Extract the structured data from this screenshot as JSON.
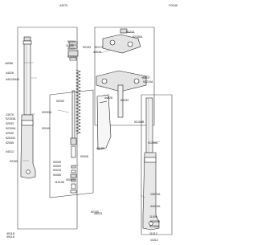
{
  "diagram_code": "F0045",
  "labels": [
    {
      "name": "label-44075",
      "text": "44075"
    },
    {
      "name": "label-92200-a",
      "text": "92200"
    },
    {
      "name": "label-11009",
      "text": "11009"
    },
    {
      "name": "label-92009",
      "text": "92009"
    },
    {
      "name": "label-920550",
      "text": "920550"
    },
    {
      "name": "label-44056-left",
      "text": "44056"
    },
    {
      "name": "label-44026",
      "text": "44026"
    },
    {
      "name": "label-44013-a-b",
      "text": "44013/A/B"
    },
    {
      "name": "label-13070",
      "text": "13070"
    },
    {
      "name": "label-92153a",
      "text": "92153A"
    },
    {
      "name": "label-92033",
      "text": "92033"
    },
    {
      "name": "label-92200a",
      "text": "92200A"
    },
    {
      "name": "label-92049",
      "text": "92049"
    },
    {
      "name": "label-920334",
      "text": "920334"
    },
    {
      "name": "label-92055",
      "text": "92055"
    },
    {
      "name": "label-44013",
      "text": "44013"
    },
    {
      "name": "label-92150",
      "text": "92150"
    },
    {
      "name": "label-92210",
      "text": "92210"
    },
    {
      "name": "label-92150a",
      "text": "92150A"
    },
    {
      "name": "label-92153-b",
      "text": "92153"
    },
    {
      "name": "label-92171",
      "text": "92171"
    },
    {
      "name": "label-44035",
      "text": "44035"
    },
    {
      "name": "label-44037",
      "text": "44037"
    },
    {
      "name": "label-92210a",
      "text": "92210A"
    },
    {
      "name": "label-44028",
      "text": "44028"
    },
    {
      "name": "label-92150b",
      "text": "92150B"
    },
    {
      "name": "label-92200a-b",
      "text": "92200A"
    },
    {
      "name": "label-44150",
      "text": "44150"
    },
    {
      "name": "label-92026",
      "text": "92026"
    },
    {
      "name": "label-92049-b",
      "text": "92049"
    },
    {
      "name": "label-92009-b",
      "text": "92009"
    },
    {
      "name": "label-92015",
      "text": "92015"
    },
    {
      "name": "label-92055-b",
      "text": "92055"
    },
    {
      "name": "label-110108",
      "text": "110108"
    },
    {
      "name": "label-92150-c",
      "text": "92150"
    },
    {
      "name": "label-13070a",
      "text": "13070A"
    },
    {
      "name": "label-44013a",
      "text": "44013A"
    },
    {
      "name": "label-49118",
      "text": "49118"
    },
    {
      "name": "label-44023",
      "text": "44023"
    },
    {
      "name": "label-11009-b",
      "text": "11009"
    },
    {
      "name": "label-920550-b",
      "text": "920550"
    },
    {
      "name": "label-920556",
      "text": "920556"
    },
    {
      "name": "label-49118-b",
      "text": "49118"
    },
    {
      "name": "label-11012",
      "text": "11012"
    },
    {
      "name": "label-92033-b",
      "text": "92033"
    },
    {
      "name": "label-920334-b",
      "text": "920334"
    },
    {
      "name": "label-92049-c",
      "text": "92049"
    },
    {
      "name": "label-920550-c",
      "text": "920550"
    },
    {
      "name": "label-92200-d",
      "text": "92200"
    },
    {
      "name": "label-11012-b",
      "text": "11012"
    }
  ]
}
